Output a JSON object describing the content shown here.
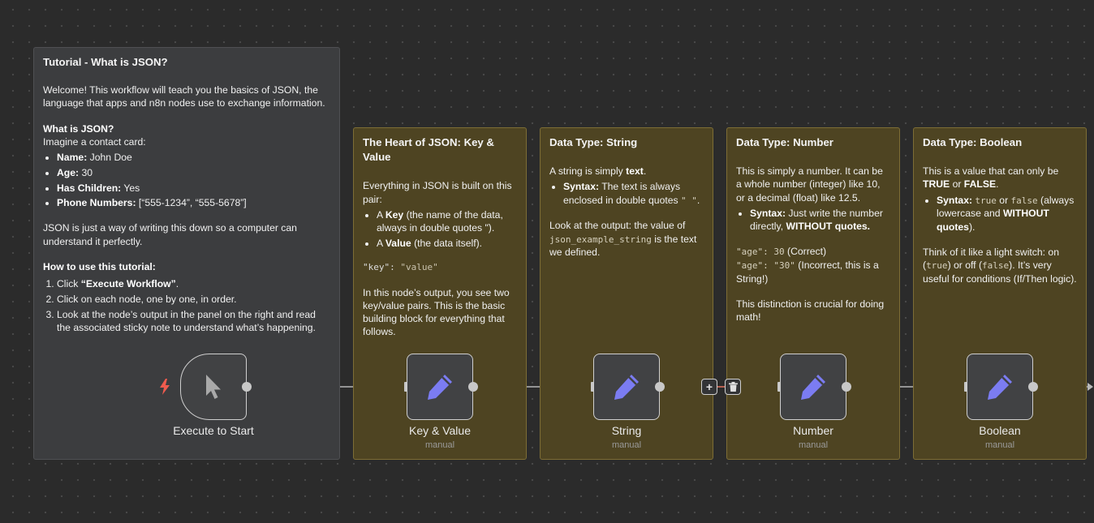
{
  "tutorial_note": {
    "title": "Tutorial - What is JSON?",
    "welcome": "Welcome! This workflow will teach you the basics of JSON, the language that apps and n8n nodes use to exchange information.",
    "what_heading": "What is JSON?",
    "imagine": "Imagine a contact card:",
    "contact": [
      {
        "key": "Name:",
        "value": " John Doe"
      },
      {
        "key": "Age:",
        "value": " 30"
      },
      {
        "key": "Has Children:",
        "value": " Yes"
      },
      {
        "key": "Phone Numbers:",
        "value": " [“555-1234”, “555-5678”]"
      }
    ],
    "json_is": "JSON is just a way of writing this down so a computer can understand it perfectly.",
    "howto_heading": "How to use this tutorial:",
    "step1_pre": "Click ",
    "step1_bold": "“Execute Workflow”",
    "step1_post": ".",
    "step2": "Click on each node, one by one, in order.",
    "step3": "Look at the node’s output in the panel on the right and read the associated sticky note to understand what’s happening."
  },
  "kv_note": {
    "title": "The Heart of JSON: Key & Value",
    "intro": "Everything in JSON is built on this pair:",
    "bullet1_pre": "A ",
    "bullet1_bold": "Key",
    "bullet1_post": " (the name of the data, always in double quotes \").",
    "bullet2_pre": "A ",
    "bullet2_bold": "Value",
    "bullet2_post": " (the data itself).",
    "code_key": "\"key\"",
    "code_sep": ": ",
    "code_value": "\"value\"",
    "outro": "In this node’s output, you see two key/value pairs. This is the basic building block for everything that follows."
  },
  "string_note": {
    "title": "Data Type: String",
    "intro_pre": "A string is simply ",
    "intro_bold": "text",
    "intro_post": ".",
    "syntax_label": "Syntax:",
    "syntax_text": " The text is always enclosed in double quotes ",
    "syntax_quotes": "\" \"",
    "syntax_end": ".",
    "look_pre": "Look at the output: the value of ",
    "look_code": "json_example_string",
    "look_post": " is the text we defined."
  },
  "number_note": {
    "title": "Data Type: Number",
    "intro": "This is simply a number. It can be a whole number (integer) like 10, or a decimal (float) like 12.5.",
    "syntax_label": "Syntax:",
    "syntax_text": " Just write the number directly, ",
    "syntax_bold": "WITHOUT quotes.",
    "ex1_key": "\"age\"",
    "ex1_sep": ": ",
    "ex1_val": "30",
    "ex1_note": " (Correct)",
    "ex2_key": "\"age\"",
    "ex2_sep": ": ",
    "ex2_val": "\"30\"",
    "ex2_note": " (Incorrect, this is a String!)",
    "outro": "This distinction is crucial for doing math!"
  },
  "boolean_note": {
    "title": "Data Type: Boolean",
    "intro_pre": "This is a value that can only be ",
    "intro_true": "TRUE",
    "intro_or": " or ",
    "intro_false": "FALSE",
    "intro_end": ".",
    "syntax_label": "Syntax:",
    "syntax_true": "true",
    "syntax_or": " or ",
    "syntax_false": "false",
    "syntax_text": " (always lowercase and ",
    "syntax_bold": "WITHOUT quotes",
    "syntax_end": ").",
    "think_pre": "Think of it like a light switch: on (",
    "think_true": "true",
    "think_mid": ") or off (",
    "think_false": "false",
    "think_post": "). It’s very useful for conditions (If/Then logic)."
  },
  "nodes": {
    "trigger": {
      "label": "Execute to Start",
      "icon": "cursor-icon"
    },
    "kv": {
      "label": "Key & Value",
      "sub": "manual",
      "icon": "pencil-icon"
    },
    "string": {
      "label": "String",
      "sub": "manual",
      "icon": "pencil-icon"
    },
    "number": {
      "label": "Number",
      "sub": "manual",
      "icon": "pencil-icon"
    },
    "boolean": {
      "label": "Boolean",
      "sub": "manual",
      "icon": "pencil-icon"
    }
  },
  "edge_toolbar": {
    "add": "+",
    "delete_icon": "trash-icon"
  },
  "colors": {
    "canvas": "#2b2b2b",
    "sticky_yellow": "#4e4422",
    "sticky_gray": "#3c3d3f",
    "pencil": "#7b7cf2",
    "hover_edge": "#e5735e",
    "trigger_bolt": "#ef5b4e"
  }
}
